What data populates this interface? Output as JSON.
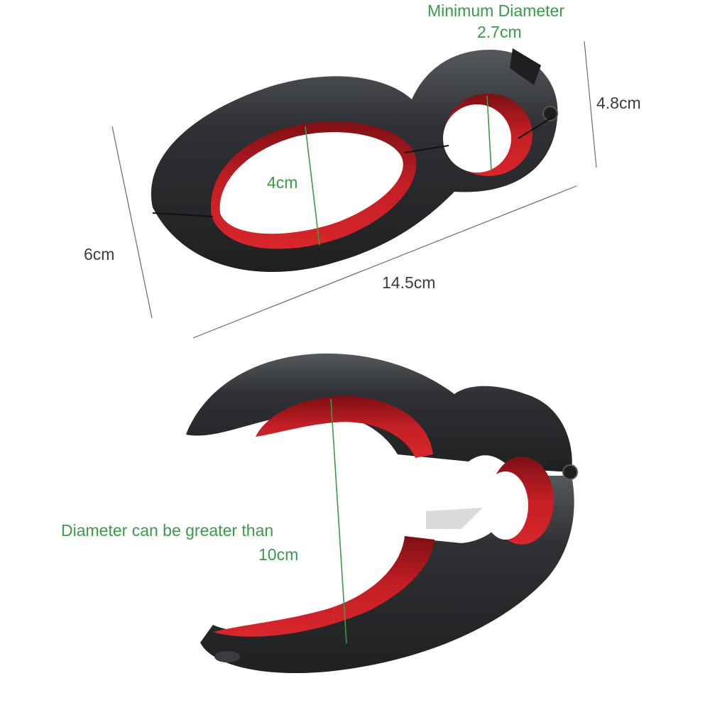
{
  "labels": {
    "min_diameter_title": "Minimum Diameter",
    "min_diameter_value": "2.7cm",
    "height_small": "4.8cm",
    "inner_large": "4cm",
    "width_left": "6cm",
    "length_total": "14.5cm",
    "open_diameter_line1": "Diameter can be greater than",
    "open_diameter_line2": "10cm"
  },
  "colors": {
    "body": "#2b2c2e",
    "body_highlight": "#4a4c50",
    "grip": "#c41f25",
    "grip_dark": "#8e1318",
    "metal": "#d9dadc",
    "measure_green": "#3a9a4a",
    "dim_line": "#6a6a6a",
    "text_dark": "#3c3c3c"
  }
}
